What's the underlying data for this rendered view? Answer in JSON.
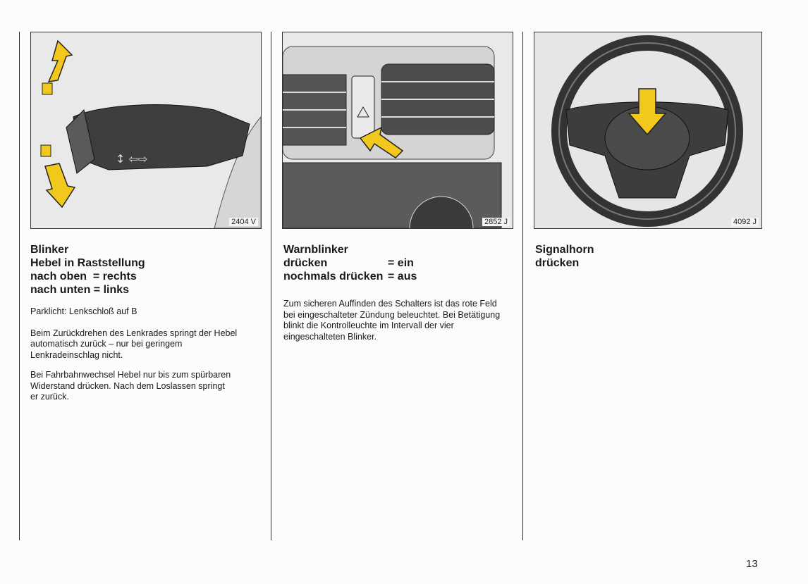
{
  "columns": [
    {
      "figure_code": "2404 V",
      "heading": [
        "Blinker",
        "Hebel in Raststellung",
        "nach oben  = rechts",
        "nach unten = links"
      ],
      "paragraphs": [
        "Parklicht: Lenkschloß auf B",
        "Beim Zurückdrehen des Lenkrades springt der Hebel automatisch zurück – nur bei geringem Lenkradeinschlag nicht.",
        "Bei Fahrbahnwechsel Hebel nur bis zum spürbaren Widerstand drücken. Nach dem Loslassen springt er zurück."
      ]
    },
    {
      "figure_code": "2852 J",
      "heading": [
        "Warnblinker"
      ],
      "heading_rows": [
        {
          "label": "drücken",
          "value": "= ein"
        },
        {
          "label": "nochmals drücken",
          "value": "= aus"
        }
      ],
      "paragraphs": [
        "Zum sicheren Auffinden des Schalters ist das rote Feld bei eingeschalteter Zündung beleuchtet. Bei Betätigung blinkt die Kontrolleuchte im Intervall der vier eingeschalteten Blinker."
      ]
    },
    {
      "figure_code": "4092 J",
      "heading": [
        "Signalhorn",
        "drücken"
      ],
      "paragraphs": []
    }
  ],
  "page_number": "13",
  "colors": {
    "arrow_fill": "#f2c81c",
    "arrow_stroke": "#222222",
    "line": "#2a2a2a"
  }
}
